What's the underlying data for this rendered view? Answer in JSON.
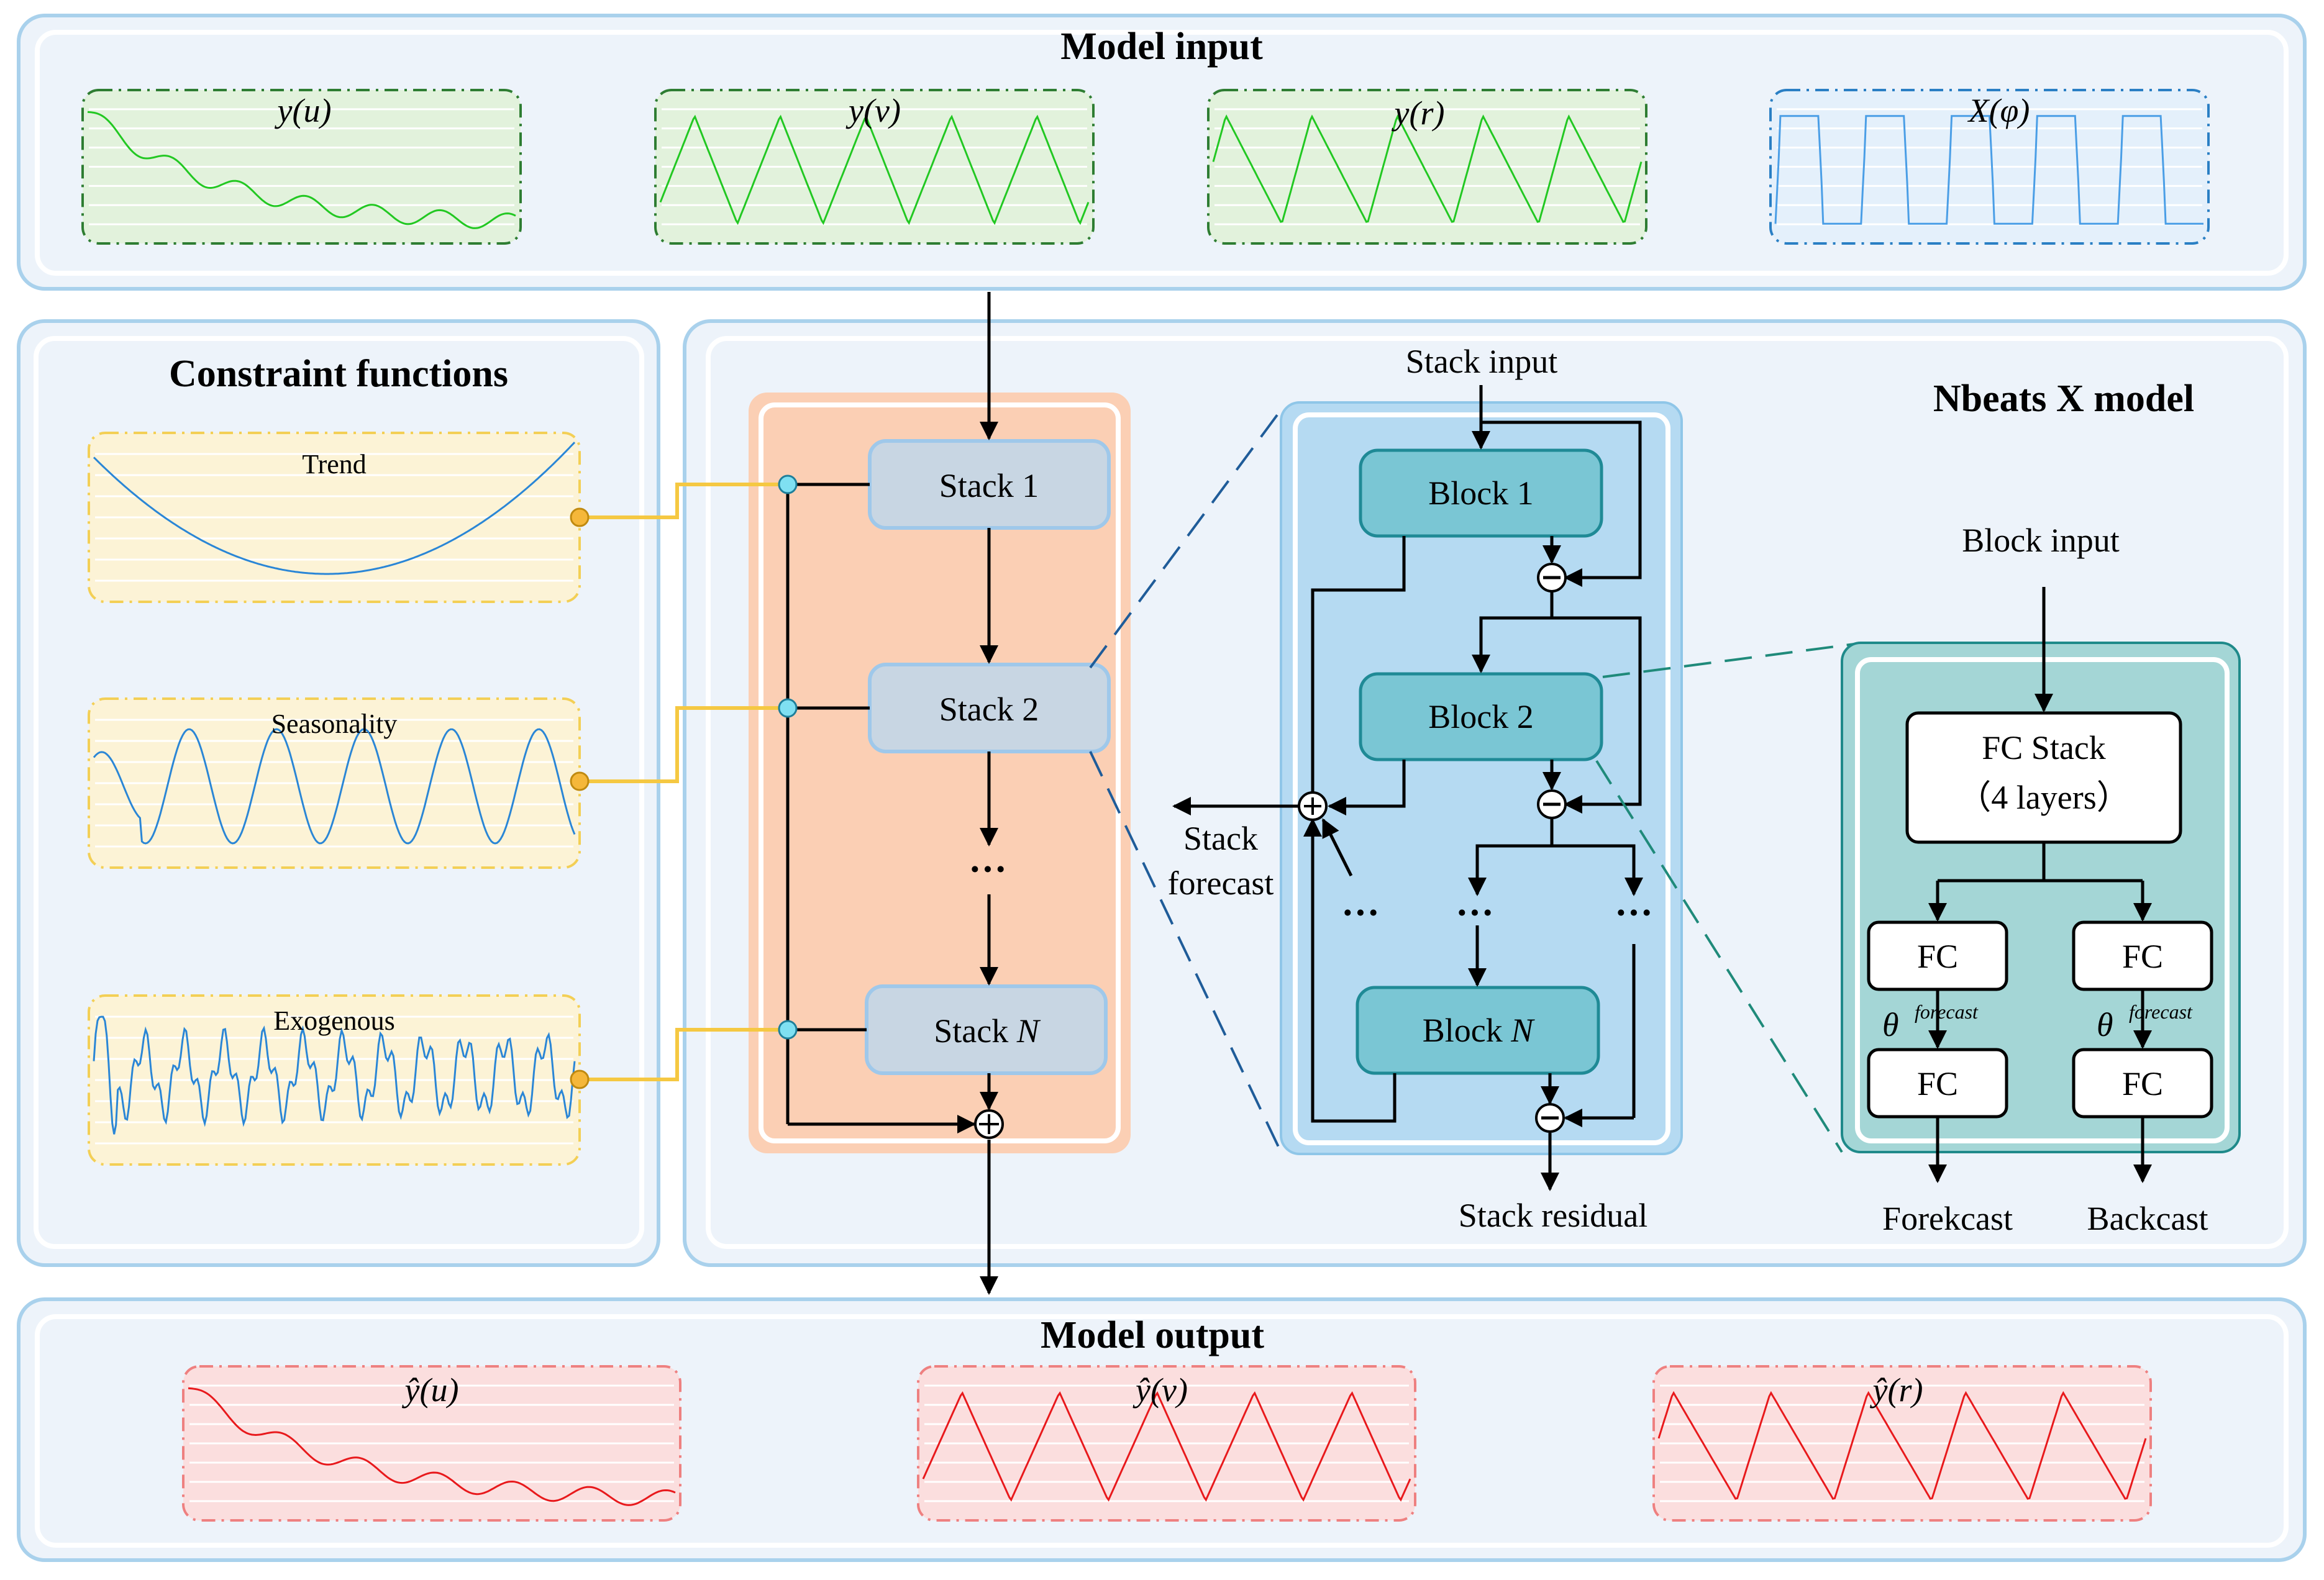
{
  "panels": {
    "model_input": {
      "title": "Model input",
      "plots": [
        {
          "label": "y(u)",
          "var": "u",
          "color": "#22c822",
          "frame": "#2e7d32",
          "fill": "#e2f2dc",
          "signal": "decay"
        },
        {
          "label": "y(v)",
          "var": "v",
          "color": "#22c822",
          "frame": "#2e7d32",
          "fill": "#e2f2dc",
          "signal": "triangle"
        },
        {
          "label": "y(r)",
          "var": "r",
          "color": "#22c822",
          "frame": "#2e7d32",
          "fill": "#e2f2dc",
          "signal": "sawtooth"
        },
        {
          "label": "X(φ)",
          "var": "φ",
          "color": "#4a9ee6",
          "frame": "#2a7fc4",
          "fill": "#e4f0fb",
          "signal": "square"
        }
      ]
    },
    "constraint_functions": {
      "title": "Constraint functions",
      "plots": [
        {
          "label": "Trend",
          "color": "#2a86d6",
          "frame": "#f3cf55",
          "fill": "#fcf3d6",
          "signal": "trend"
        },
        {
          "label": "Seasonality",
          "color": "#2a86d6",
          "frame": "#f3cf55",
          "fill": "#fcf3d6",
          "signal": "season"
        },
        {
          "label": "Exogenous",
          "color": "#2a86d6",
          "frame": "#f3cf55",
          "fill": "#fcf3d6",
          "signal": "exog"
        }
      ]
    },
    "nbeats_model": {
      "title": "Nbeats X model",
      "stacks": [
        {
          "label": "Stack 1",
          "prefix": "Stack ",
          "suffix": "1",
          "suffix_italic": false
        },
        {
          "label": "Stack 2",
          "prefix": "Stack ",
          "suffix": "2",
          "suffix_italic": false
        },
        {
          "label": "Stack N",
          "prefix": "Stack ",
          "suffix": "N",
          "suffix_italic": true
        }
      ],
      "stack_ellipsis": "···",
      "blocks": [
        {
          "label": "Block 1",
          "prefix": "Block ",
          "suffix": "1",
          "suffix_italic": false
        },
        {
          "label": "Block 2",
          "prefix": "Block ",
          "suffix": "2",
          "suffix_italic": false
        },
        {
          "label": "Block N",
          "prefix": "Block ",
          "suffix": "N",
          "suffix_italic": true
        }
      ],
      "stack_input": "Stack input",
      "stack_forecast_line1": "Stack",
      "stack_forecast_line2": "forecast",
      "stack_residual": "Stack residual",
      "block_ellipsis": "···",
      "block_input": "Block input",
      "fc_stack_line1": "FC Stack",
      "fc_stack_line2": "（4 layers）",
      "fc_label": "FC",
      "theta_symbol": "θ",
      "theta_superscript": "forecast",
      "forecast_label": "Forekcast",
      "backcast_label": "Backcast"
    },
    "model_output": {
      "title": "Model output",
      "plots": [
        {
          "label": "ŷ(u)",
          "var": "u",
          "color": "#e8191c",
          "frame": "#ee8080",
          "fill": "#fbdede",
          "signal": "decay"
        },
        {
          "label": "ŷ(v)",
          "var": "v",
          "color": "#e8191c",
          "frame": "#ee8080",
          "fill": "#fbdede",
          "signal": "triangle"
        },
        {
          "label": "ŷ(r)",
          "var": "r",
          "color": "#e8191c",
          "frame": "#ee8080",
          "fill": "#fbdede",
          "signal": "sawtooth"
        }
      ]
    }
  },
  "colors": {
    "panel_border": "#a9d1ec",
    "panel_fill": "#edf3fa",
    "stack_area_fill": "#fbcfb4",
    "stack_box_fill": "#c8d6e3",
    "stack_box_border": "#9fc8ea",
    "block_area_fill": "#b5daf2",
    "block_box_fill": "#7ac6d4",
    "block_box_border": "#1f8a96",
    "fc_area_fill": "#a4d6d6",
    "fc_area_border": "#1f8a8a",
    "connector_yellow": "#f5c842",
    "node_cyan": "#7fe0f2",
    "node_orange": "#f5b73a",
    "zoom_blue": "#1f5c99",
    "zoom_teal": "#1f8a7a"
  }
}
